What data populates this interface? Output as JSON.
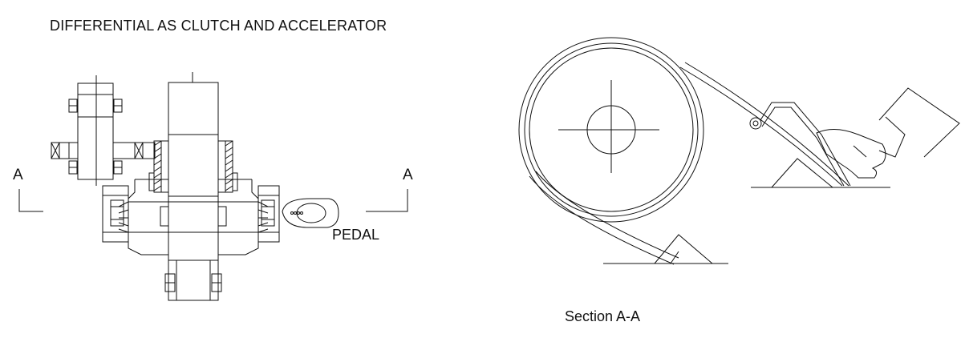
{
  "title": "DIFFERENTIAL AS CLUTCH AND ACCELERATOR",
  "section_marker_left": "A",
  "section_marker_right": "A",
  "pedal_label": "PEDAL",
  "section_caption": "Section A-A",
  "colors": {
    "line": "#111111",
    "background": "#ffffff"
  }
}
